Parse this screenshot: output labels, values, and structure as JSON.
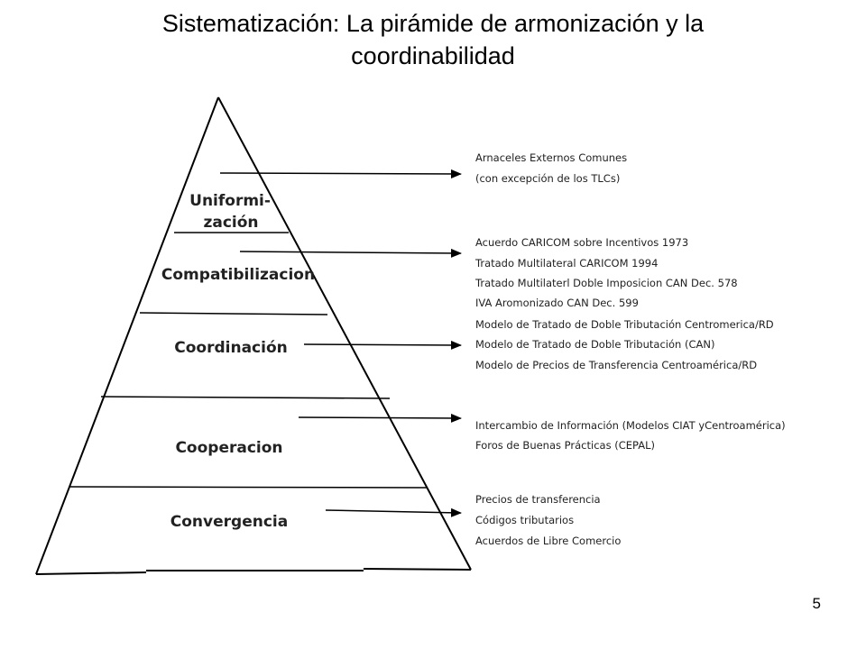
{
  "title": {
    "line1": "Sistematización: La pirámide de armonización y la",
    "line2": "coordinabilidad"
  },
  "levels": [
    {
      "label_lines": [
        "Uniformi-",
        "zación"
      ]
    },
    {
      "label_lines": [
        "Compatibilizacion"
      ]
    },
    {
      "label_lines": [
        "Coordinación"
      ]
    },
    {
      "label_lines": [
        "Cooperacion"
      ]
    },
    {
      "label_lines": [
        "Convergencia"
      ]
    }
  ],
  "annotations": [
    {
      "lines": [
        "Arnaceles Externos Comunes",
        "(con excepción de los TLCs)"
      ]
    },
    {
      "lines": [
        "Acuerdo CARICOM sobre Incentivos 1973",
        "Tratado Multilateral CARICOM 1994",
        "Tratado Multilaterl Doble Imposicion CAN Dec. 578",
        "IVA Aromonizado CAN Dec. 599"
      ]
    },
    {
      "lines": [
        "Modelo de Tratado de Doble Tributación Centromerica/RD",
        "Modelo de Tratado de Doble Tributación (CAN)",
        "Modelo de Precios de Transferencia Centroamérica/RD"
      ]
    },
    {
      "lines": [
        "Intercambio de Información (Modelos CIAT yCentroamérica)",
        "Foros de Buenas Prácticas (CEPAL)"
      ]
    },
    {
      "lines": [
        "Precios de transferencia",
        "Códigos tributarios",
        "Acuerdos de Libre Comercio"
      ]
    }
  ],
  "page_number": "5",
  "colors": {
    "line": "#000000",
    "text": "#222222",
    "background": "#ffffff"
  }
}
